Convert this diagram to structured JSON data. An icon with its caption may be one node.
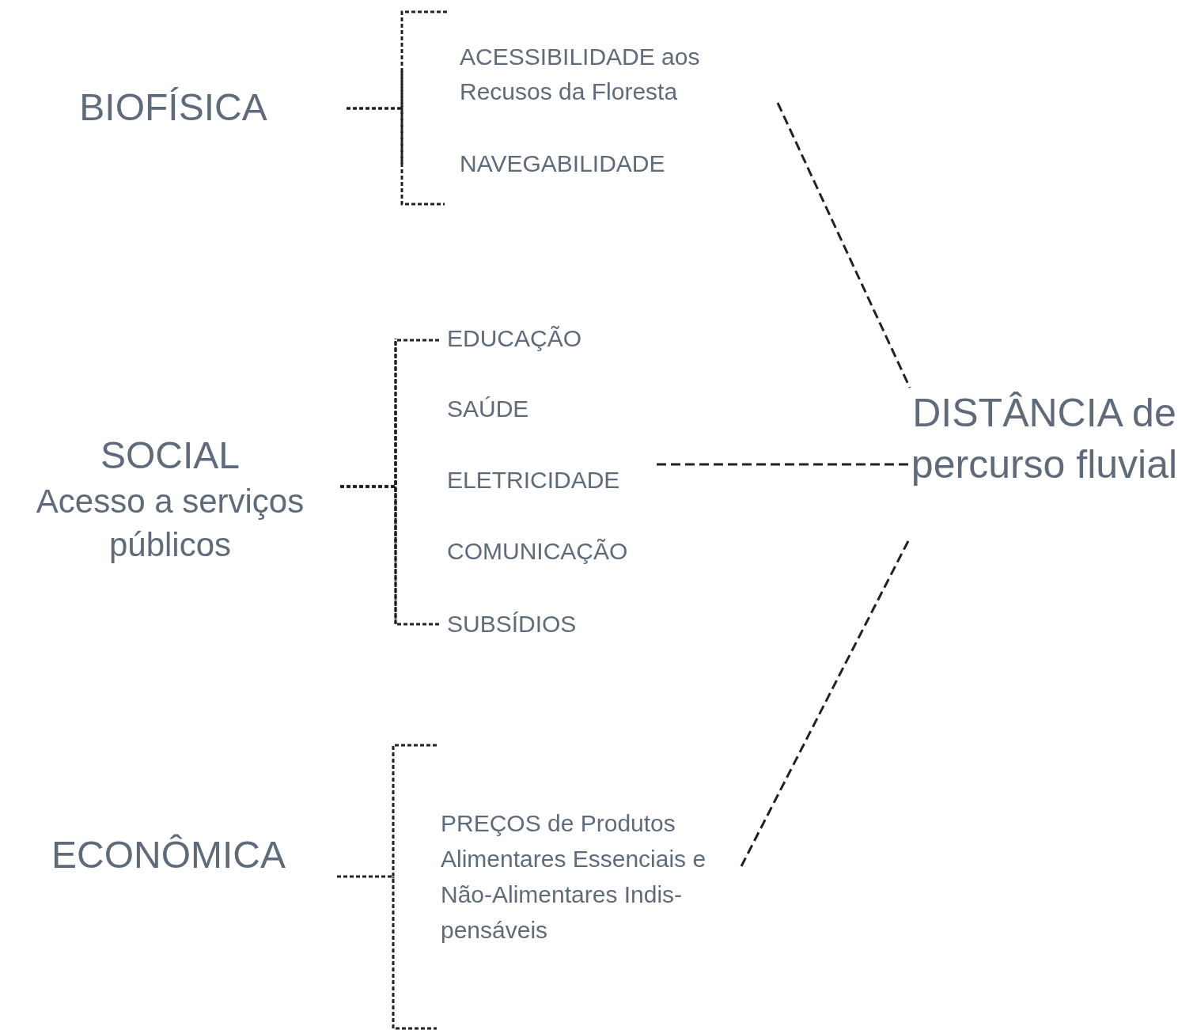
{
  "diagram": {
    "nodes": [
      {
        "text": [
          "BIOFÍSICA"
        ]
      },
      {
        "text": [
          "SOCIAL",
          "Acesso a serviços públicos"
        ]
      },
      {
        "text": [
          "ECONÔMICA"
        ]
      },
      {
        "text": [
          "DISTÂNCIA de percurso fluvial"
        ]
      },
      {
        "text": [
          "ACESSIBILIDADE aos Recusos da Floresta"
        ]
      },
      {
        "text": [
          "NAVEGABILIDADE"
        ]
      },
      {
        "text": [
          "EDUCAÇÃO"
        ]
      },
      {
        "text": [
          "SAÚDE"
        ]
      },
      {
        "text": [
          "ELETRICIDADE"
        ]
      },
      {
        "text": [
          "COMUNICAÇÃO"
        ]
      },
      {
        "text": [
          "SUBSÍDIOS"
        ]
      },
      {
        "text": [
          "PREÇOS de Produtos Alimentares Essenciais e Não-Alimentares Indis- pensáveis"
        ]
      }
    ],
    "edges": [
      {
        "from": 0,
        "to": 4,
        "arrow": "none",
        "style": "dashed"
      },
      {
        "from": 0,
        "to": 5,
        "arrow": "none",
        "style": "dashed"
      },
      {
        "from": 1,
        "to": 6,
        "arrow": "none",
        "style": "dashed"
      },
      {
        "from": 1,
        "to": 7,
        "arrow": "none",
        "style": "dashed"
      },
      {
        "from": 1,
        "to": 8,
        "arrow": "none",
        "style": "dashed"
      },
      {
        "from": 1,
        "to": 9,
        "arrow": "none",
        "style": "dashed"
      },
      {
        "from": 1,
        "to": 10,
        "arrow": "none",
        "style": "dashed"
      },
      {
        "from": 2,
        "to": 11,
        "arrow": "none",
        "style": "dashed"
      },
      {
        "from": 4,
        "to": 3,
        "arrow": "none",
        "style": "dashed"
      },
      {
        "from": 8,
        "to": 3,
        "arrow": "none",
        "style": "dashed"
      },
      {
        "from": 11,
        "to": 3,
        "arrow": "none",
        "style": "dashed"
      }
    ]
  }
}
